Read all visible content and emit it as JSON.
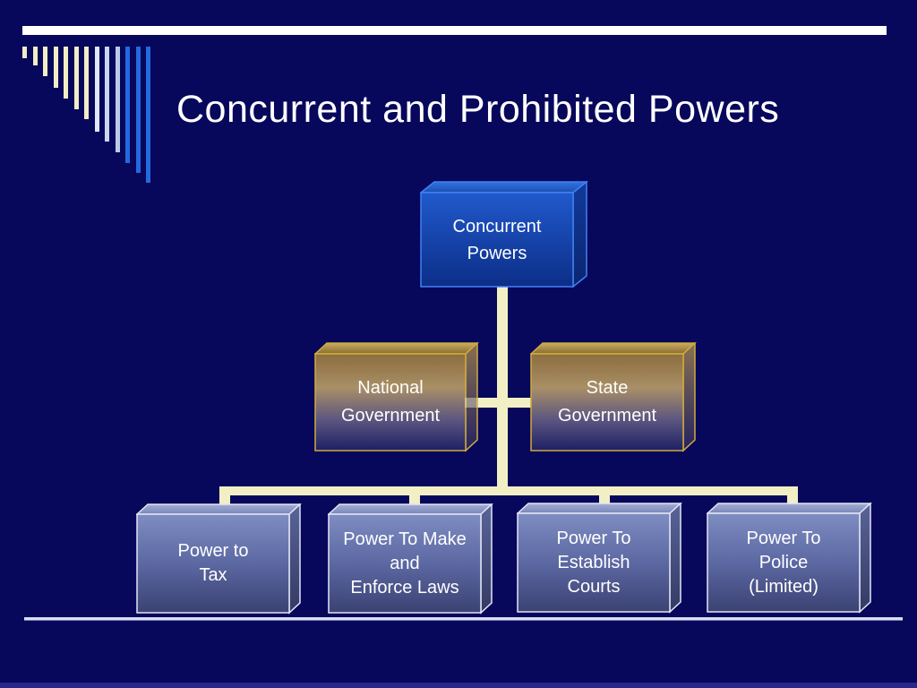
{
  "slide": {
    "title": "Concurrent and Prohibited Powers"
  },
  "diagram": {
    "type": "org-chart",
    "root": {
      "label": "Concurrent\nPowers"
    },
    "branches": [
      {
        "label": "National\nGovernment"
      },
      {
        "label": "State\nGovernment"
      }
    ],
    "leaves": [
      {
        "label": "Power to\nTax"
      },
      {
        "label": "Power To Make\nand\nEnforce Laws"
      },
      {
        "label": "Power To\nEstablish\nCourts"
      },
      {
        "label": "Power To\nPolice\n(Limited)"
      }
    ]
  },
  "palette": {
    "background": "#07075C",
    "bar_white": "#FFFFFF",
    "title_white": "#FFFFFF",
    "connector_cream": "#F2EFC5",
    "deco_cream": "#F3EDC6",
    "deco_pale_blue": "#C9D6EE",
    "deco_bright_blue": "#2569DE",
    "root_box_blue": "#1F58C8",
    "branch_box_gold": "#A98F66",
    "leaf_box_slate": "#5C68A2",
    "box_stroke_blue": "#4181F4",
    "box_stroke_gold": "#D0AB3D",
    "box_stroke_slate": "#E2E6F6"
  }
}
